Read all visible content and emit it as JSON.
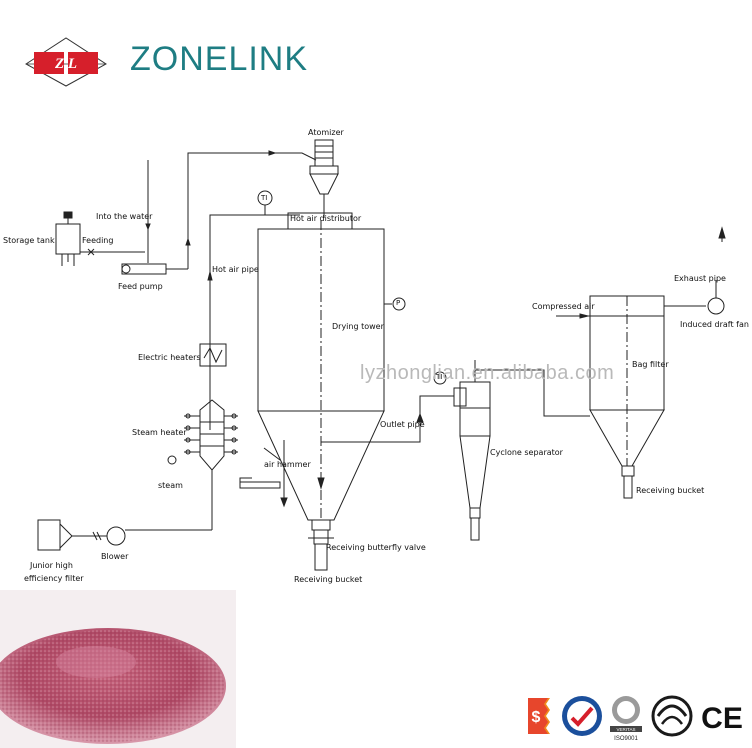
{
  "brand": {
    "logo_text": "Z L",
    "name": "ZONELINK"
  },
  "watermark": "lyzhonglian.en.alibaba.com",
  "labels": {
    "atomizer": "Atomizer",
    "into_the_water": "Into the water",
    "storage_tank": "Storage tank",
    "feeding": "Feeding",
    "feed_pump": "Feed pump",
    "ti": "TI",
    "hot_air_distributor": "Hot air distributor",
    "hot_air_pipe": "Hot air pipe",
    "drying_tower": "Drying tower",
    "p": "P",
    "electric_heaters": "Electric heaters",
    "steam_heater": "Steam heater",
    "steam": "steam",
    "air_hammer": "air hammer",
    "outlet_pipe": "Outlet pipe",
    "cyclone_separator": "Cyclone separator",
    "compressed_air": "Compressed air",
    "exhaust_pipe": "Exhaust pipe",
    "induced_draft_fan": "Induced draft fan",
    "bag_filter": "Bag filter",
    "receiving_bucket_right": "Receiving bucket",
    "receiving_butterfly_valve": "Receiving butterfly valve",
    "receiving_bucket_bottom": "Receiving bucket",
    "blower": "Blower",
    "junior_filter_line1": "Junior high",
    "junior_filter_line2": "efficiency filter",
    "ti_cyclone": "TI"
  },
  "cert_logos": {
    "ce": "CE",
    "iso": "ISO9001",
    "veritas": "VERITAS",
    "dollar": "$"
  }
}
